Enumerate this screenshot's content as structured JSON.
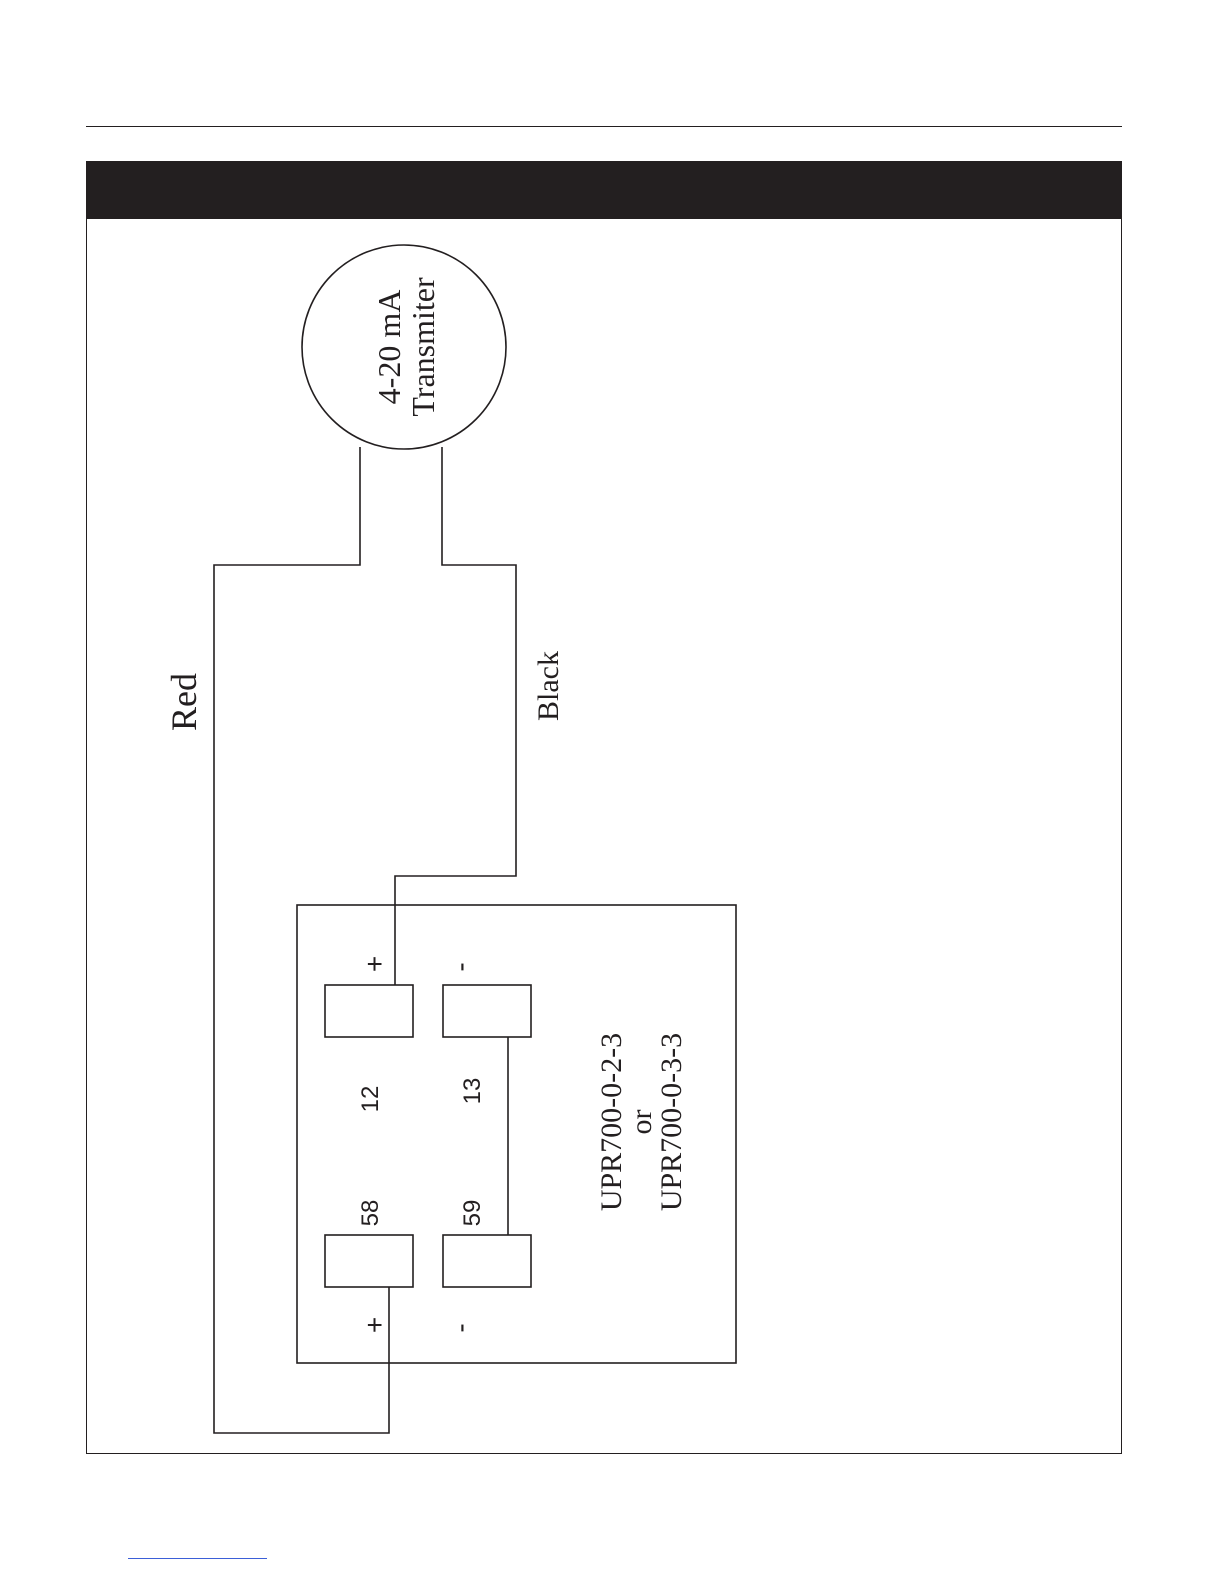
{
  "transmitter": {
    "line1": "4-20 mA",
    "line2": "Transmiter"
  },
  "wires": {
    "red_label": "Red",
    "black_label": "Black"
  },
  "module": {
    "model_line1": "UPR700-0-2-3",
    "model_line2": "or",
    "model_line3": "UPR700-0-3-3",
    "terminal_12": "12",
    "terminal_13": "13",
    "terminal_58": "58",
    "terminal_59": "59",
    "plus_right": "+",
    "minus_right": "-",
    "plus_left": "+",
    "minus_left": "-"
  },
  "colors": {
    "ink": "#231f20",
    "footer_rule": "#3b5fd8"
  }
}
